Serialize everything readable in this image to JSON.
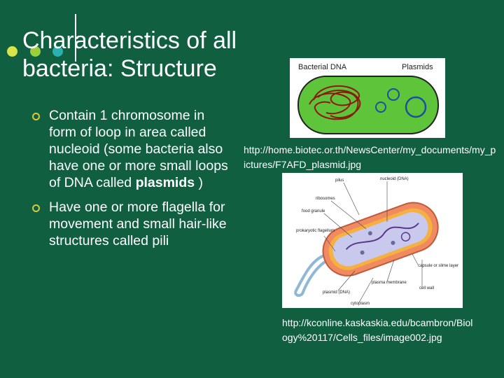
{
  "title": "Characteristics of all bacteria: Structure",
  "bullets": [
    {
      "before": "Contain 1 chromosome in form of loop in area called nucleoid (some bacteria also have one or more small loops of DNA called ",
      "bold": "plasmids",
      "after": " )"
    },
    {
      "text": "Have one or more flagella for movement and small hair-like structures called pili"
    }
  ],
  "figure1": {
    "labels": {
      "dna": "Bacterial DNA",
      "plasmids": "Plasmids"
    },
    "caption": "http://home.biotec.or.th/NewsCenter/my_documents/my_pictures/F7AFD_plasmid.jpg"
  },
  "figure2": {
    "labels": {
      "pilus": "pilus",
      "nucleoid": "nucleoid (DNA)",
      "ribosomes": "ribosomes",
      "food_granule": "food granule",
      "flagellum": "prokaryotic flagellum",
      "capsule": "capsule or slime layer",
      "cell_wall": "cell wall",
      "membrane": "plasma membrane",
      "plasmid": "plasmid (DNA)",
      "cytoplasm": "cytoplasm"
    },
    "caption": "http://kconline.kaskaskia.edu/bcambron/Biology%20117/Cells_files/image002.jpg"
  },
  "colors": {
    "background": "#0f5f40",
    "bullet": "#d8c83a",
    "dot1": "#d8e24a",
    "dot2": "#9bcf3c",
    "dot3": "#2bb0b0"
  }
}
